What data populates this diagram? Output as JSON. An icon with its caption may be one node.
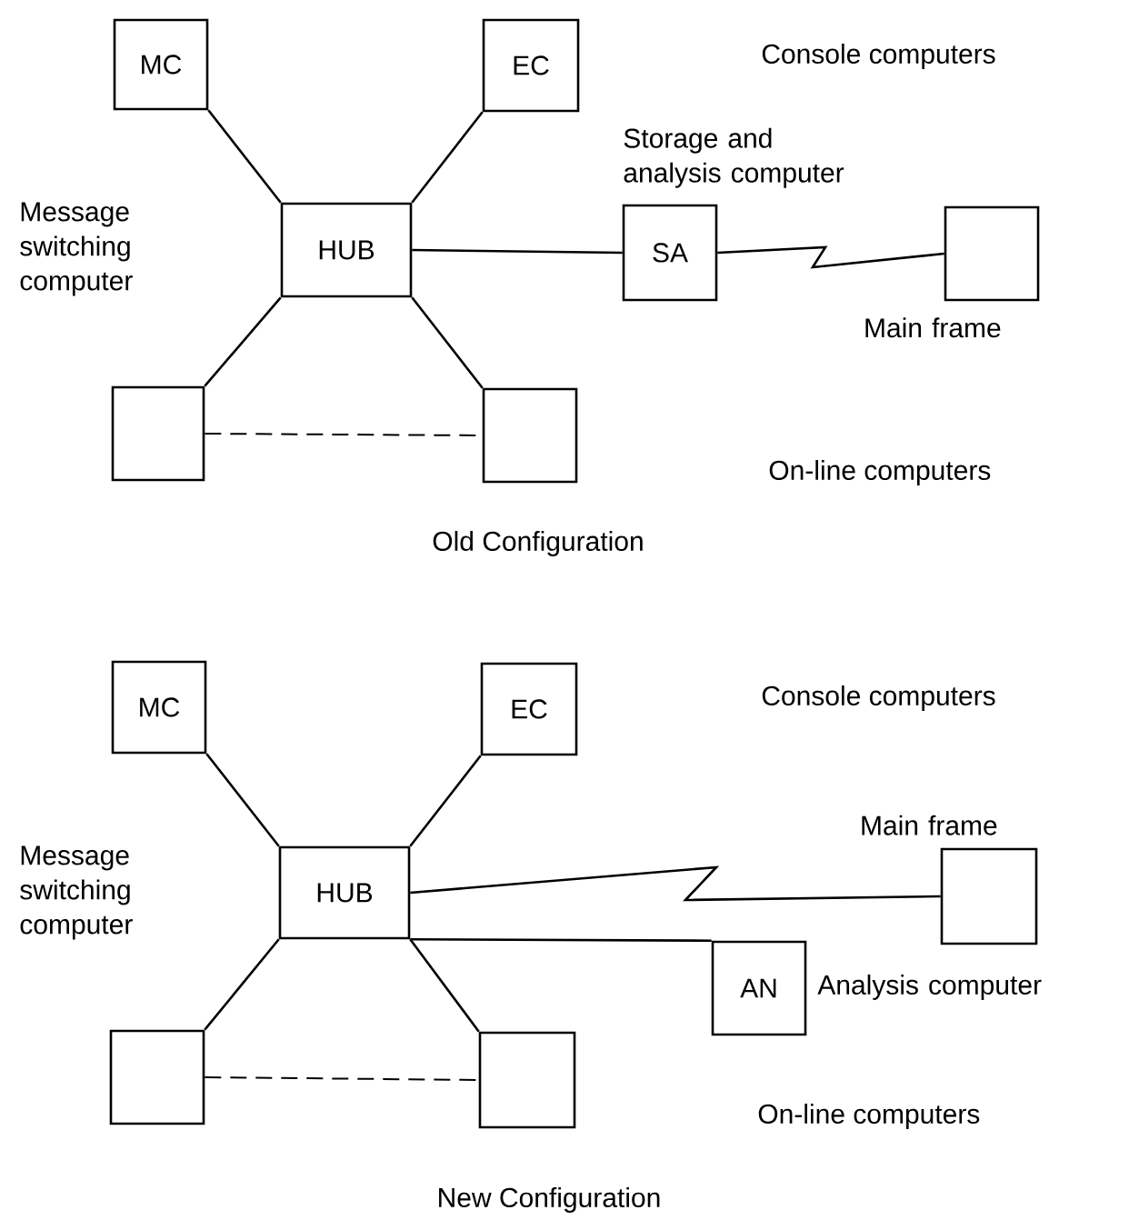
{
  "diagram": {
    "nodes": [
      {
        "text": [
          "MC"
        ]
      },
      {
        "text": [
          "EC"
        ]
      },
      {
        "text": [
          "HUB"
        ]
      },
      {
        "text": [
          "SA"
        ],
        "beside": [
          "Storage and analysis computer"
        ]
      },
      {
        "text": [],
        "shape": "box",
        "beside": [
          "Main frame"
        ]
      },
      {
        "text": [],
        "shape": "box"
      },
      {
        "text": [],
        "shape": "box"
      },
      {
        "text": [
          "MC"
        ]
      },
      {
        "text": [
          "EC"
        ]
      },
      {
        "text": [
          "HUB"
        ]
      },
      {
        "text": [],
        "shape": "box",
        "beside": [
          "Main frame"
        ]
      },
      {
        "text": [
          "AN"
        ],
        "beside": [
          "Analysis computer"
        ]
      },
      {
        "text": [],
        "shape": "box"
      },
      {
        "text": [],
        "shape": "box"
      }
    ],
    "edges": [
      {
        "from": 2,
        "to": 0,
        "arrow": "none"
      },
      {
        "from": 2,
        "to": 1,
        "arrow": "none"
      },
      {
        "from": 2,
        "to": 5,
        "arrow": "none"
      },
      {
        "from": 2,
        "to": 6,
        "arrow": "none"
      },
      {
        "from": 2,
        "to": 3,
        "arrow": "none"
      },
      {
        "from": 3,
        "to": 4,
        "arrow": "none"
      },
      {
        "from": 5,
        "to": 6,
        "arrow": "none",
        "style": "dashed"
      },
      {
        "from": 9,
        "to": 7,
        "arrow": "none"
      },
      {
        "from": 9,
        "to": 8,
        "arrow": "none"
      },
      {
        "from": 9,
        "to": 12,
        "arrow": "none"
      },
      {
        "from": 9,
        "to": 13,
        "arrow": "none"
      },
      {
        "from": 9,
        "to": 10,
        "arrow": "none"
      },
      {
        "from": 9,
        "to": 11,
        "arrow": "none"
      },
      {
        "from": 12,
        "to": 13,
        "arrow": "none",
        "style": "dashed"
      }
    ],
    "labels": [
      "Console computers",
      "Message switching computer",
      "On-line computers",
      "Old Configuration",
      "Console computers",
      "Message switching computer",
      "On-line computers",
      "New Configuration"
    ]
  }
}
